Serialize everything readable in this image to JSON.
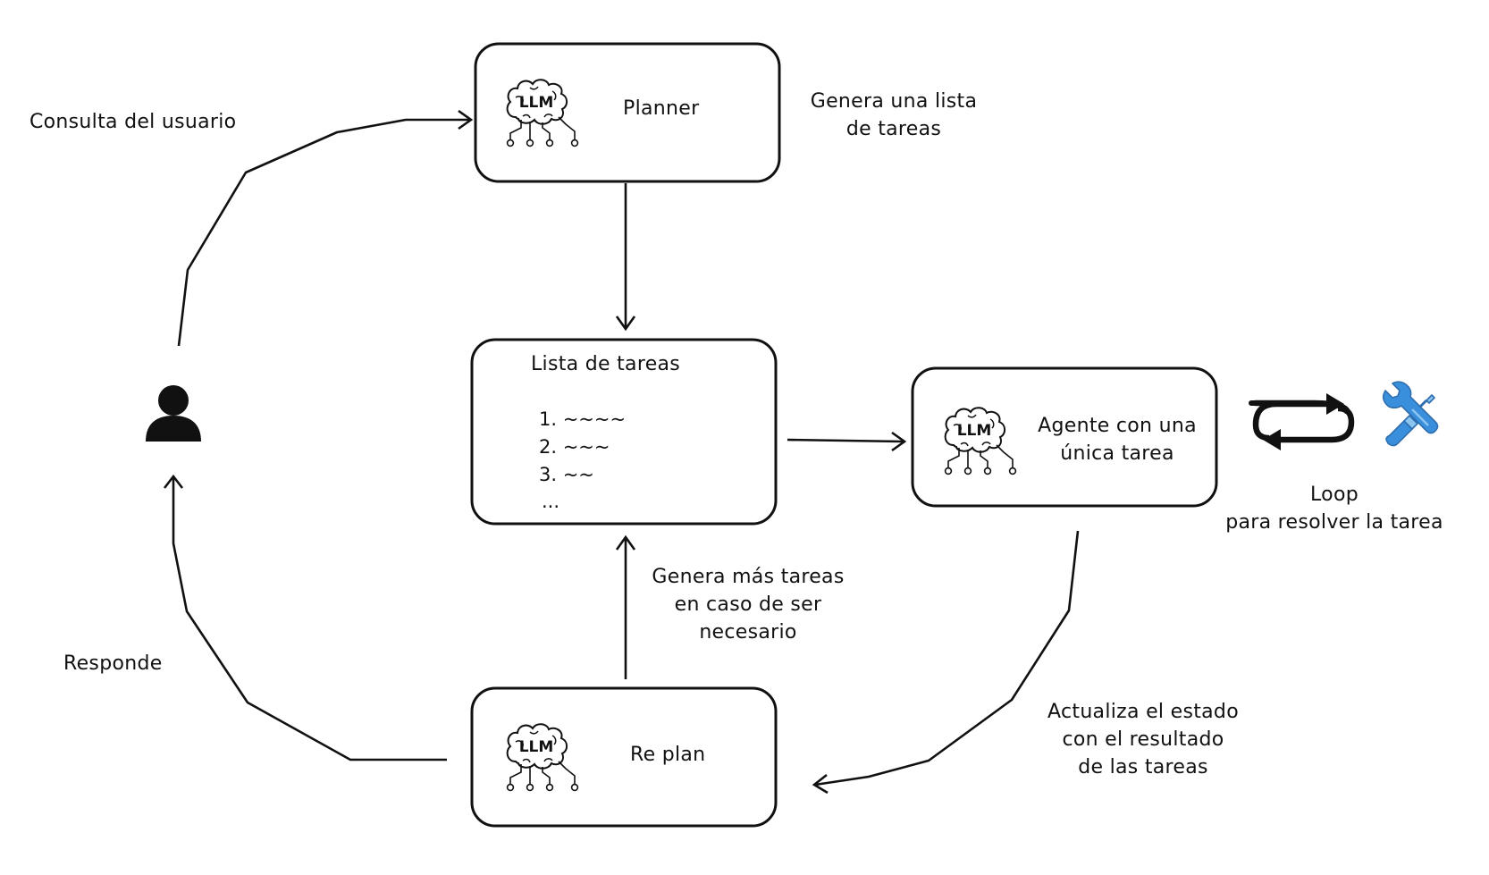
{
  "labels": {
    "user_query": "Consulta del usuario",
    "planner_note_line1": "Genera una lista",
    "planner_note_line2": "de tareas",
    "responde": "Responde",
    "more_tasks_line1": "Genera más tareas",
    "more_tasks_line2": "en caso de ser",
    "more_tasks_line3": "necesario",
    "update_line1": "Actualiza el estado",
    "update_line2": "con el resultado",
    "update_line3": "de las tareas",
    "loop_line1": "Loop",
    "loop_line2": "para resolver la tarea"
  },
  "nodes": {
    "planner": {
      "title": "Planner",
      "icon": "llm-brain-icon",
      "icon_text": "LLM"
    },
    "task_list": {
      "title": "Lista de tareas",
      "items": [
        "1. ~~~~",
        "2. ~~~",
        "3. ~~",
        "..."
      ]
    },
    "agent": {
      "title_line1": "Agente con una",
      "title_line2": "única tarea",
      "icon": "llm-brain-icon",
      "icon_text": "LLM"
    },
    "replan": {
      "title": "Re plan",
      "icon": "llm-brain-icon",
      "icon_text": "LLM"
    }
  },
  "icons": {
    "user": "user-icon",
    "loop": "loop-arrows-icon",
    "tools": "wrench-screwdriver-icon"
  },
  "colors": {
    "stroke": "#111111",
    "tools_blue": "#3a8fdc",
    "tools_light": "#8cc4f0"
  }
}
